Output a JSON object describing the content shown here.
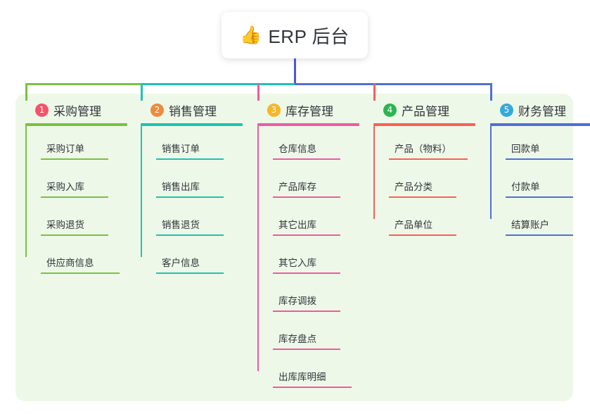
{
  "root": {
    "emoji": "👍",
    "emoji_name": "thumbs-up-icon",
    "title": "ERP 后台"
  },
  "colors": {
    "panel_bg": "#eef8e8",
    "text": "#31353c",
    "branches": [
      "#7ac143",
      "#1dc3b4",
      "#ee5aa4",
      "#fb5f56",
      "#4f6fd6"
    ],
    "badges": [
      "#f4536a",
      "#f08a3c",
      "#f6b62a",
      "#2bb552",
      "#34aadc"
    ],
    "trunk": "#4f56d6"
  },
  "columns": [
    {
      "index": "1",
      "label": "采购管理",
      "color": "#7ac143",
      "badge_color": "#f4536a",
      "items": [
        "采购订单",
        "采购入库",
        "采购退货",
        "供应商信息"
      ]
    },
    {
      "index": "2",
      "label": "销售管理",
      "color": "#1dc3b4",
      "badge_color": "#f08a3c",
      "items": [
        "销售订单",
        "销售出库",
        "销售退货",
        "客户信息"
      ]
    },
    {
      "index": "3",
      "label": "库存管理",
      "color": "#ee5aa4",
      "badge_color": "#f6b62a",
      "items": [
        "仓库信息",
        "产品库存",
        "其它出库",
        "其它入库",
        "库存调拨",
        "库存盘点",
        "出库库明细"
      ]
    },
    {
      "index": "4",
      "label": "产品管理",
      "color": "#fb5f56",
      "badge_color": "#2bb552",
      "items": [
        "产品（物料）",
        "产品分类",
        "产品单位"
      ]
    },
    {
      "index": "5",
      "label": "财务管理",
      "color": "#4f6fd6",
      "badge_color": "#34aadc",
      "items": [
        "回款单",
        "付款单",
        "结算账户"
      ]
    }
  ]
}
